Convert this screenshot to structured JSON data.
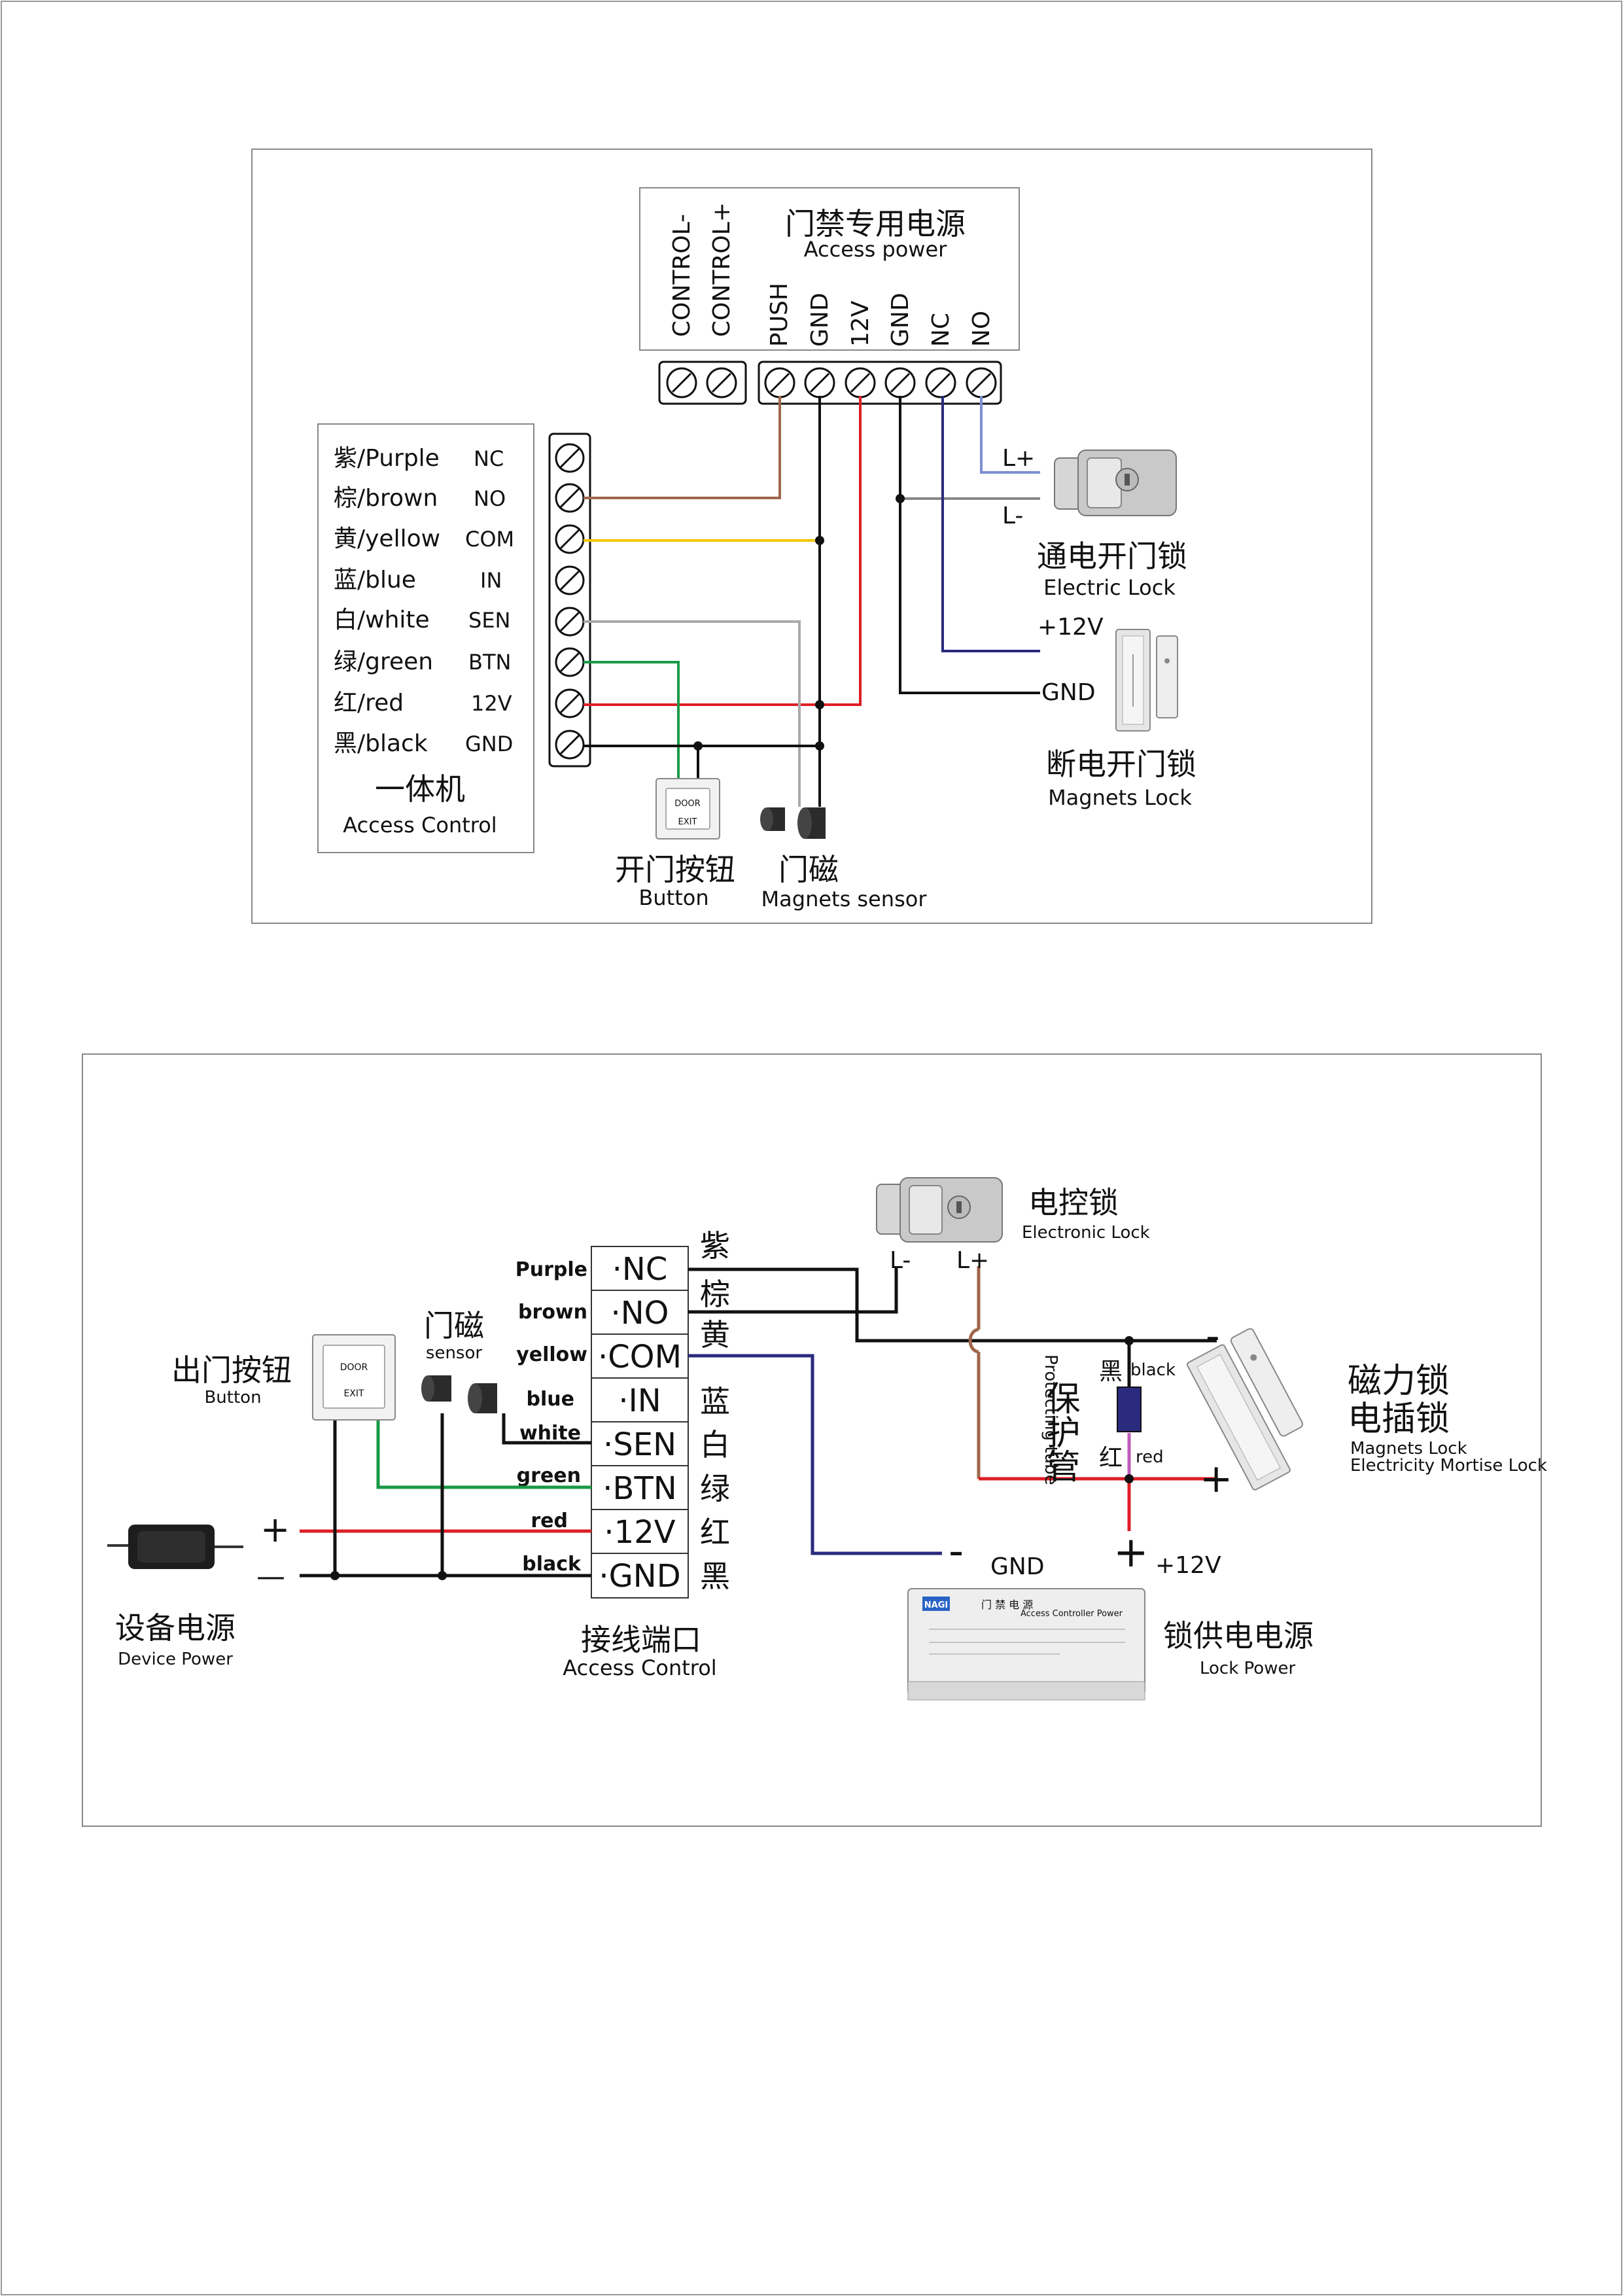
{
  "colors": {
    "purple": "#7b8fd4",
    "brown": "#a0674b",
    "yellow": "#f2c500",
    "blue_wire": "#2a2a7e",
    "white_wire": "#aaaaaa",
    "green": "#1a9a46",
    "red": "#dd1f26",
    "black": "#111111",
    "frame": "#777777"
  },
  "top": {
    "psu": {
      "title_cn": "门禁专用电源",
      "title_en": "Access power",
      "ctrl_labels": [
        "CONTROL-",
        "CONTROL+"
      ],
      "terminal_labels": [
        "PUSH",
        "GND",
        "12V",
        "GND",
        "NC",
        "NO"
      ]
    },
    "controller": {
      "title_cn": "一体机",
      "title_en": "Access Control",
      "rows": [
        {
          "color": "紫/Purple",
          "pin": "NC"
        },
        {
          "color": "棕/brown",
          "pin": "NO"
        },
        {
          "color": "黄/yellow",
          "pin": "COM"
        },
        {
          "color": "蓝/blue",
          "pin": "IN"
        },
        {
          "color": "白/white",
          "pin": "SEN"
        },
        {
          "color": "绿/green",
          "pin": "BTN"
        },
        {
          "color": "红/red",
          "pin": "12V"
        },
        {
          "color": "黑/black",
          "pin": "GND"
        }
      ]
    },
    "electric_lock": {
      "cn": "通电开门锁",
      "en": "Electric Lock",
      "l_plus": "L+",
      "l_minus": "L-"
    },
    "magnet_lock": {
      "cn": "断电开门锁",
      "en": "Magnets  Lock",
      "plus12": "+12V",
      "gnd": "GND"
    },
    "button": {
      "cn": "开门按钮",
      "en": "Button"
    },
    "sensor": {
      "cn": "门磁",
      "en": "Magnets sensor"
    }
  },
  "bottom": {
    "terminal": {
      "title_cn": "接线端口",
      "title_en": "Access Control",
      "rows": [
        {
          "pin": "·NC",
          "wire": "Purple",
          "cn": "紫"
        },
        {
          "pin": "·NO",
          "wire": "brown",
          "cn": "棕"
        },
        {
          "pin": "·COM",
          "wire": "yellow",
          "cn": "黄"
        },
        {
          "pin": "·IN",
          "wire": "blue",
          "cn": "蓝"
        },
        {
          "pin": "·SEN",
          "wire": "white",
          "cn": "白"
        },
        {
          "pin": "·BTN",
          "wire": "green",
          "cn": "绿"
        },
        {
          "pin": "·12V",
          "wire": "red",
          "cn": "红"
        },
        {
          "pin": "·GND",
          "wire": "black",
          "cn": "黑"
        }
      ]
    },
    "exit_button": {
      "cn": "出门按钮",
      "en": "Button",
      "face_top": "DOOR",
      "face_bottom": "EXIT"
    },
    "sensor": {
      "cn": "门磁",
      "en": "sensor"
    },
    "device_power": {
      "cn": "设备电源",
      "en": "Device Power",
      "plus": "+",
      "minus": "—"
    },
    "electronic_lock": {
      "cn": "电控锁",
      "en": "Electronic Lock",
      "l_minus": "L-",
      "l_plus": "L+"
    },
    "tube": {
      "cn": "保护管",
      "en": "Protecting tube",
      "black_cn": "黑",
      "black_en": "black",
      "red_cn": "红",
      "red_en": "red"
    },
    "magnet_lock": {
      "cn1": "磁力锁",
      "cn2": "电插锁",
      "en1": "Magnets Lock",
      "en2": "Electricity Mortise Lock"
    },
    "lock_power": {
      "cn": "锁供电电源",
      "en": "Lock Power",
      "gnd": "GND",
      "plus12": "+12V",
      "minus": "-",
      "plus": "+",
      "brand": "NAGI",
      "label_cn": "门 禁 电 源",
      "label_en": "Access Controller Power"
    },
    "rail_minus": "-",
    "rail_plus": "+"
  }
}
